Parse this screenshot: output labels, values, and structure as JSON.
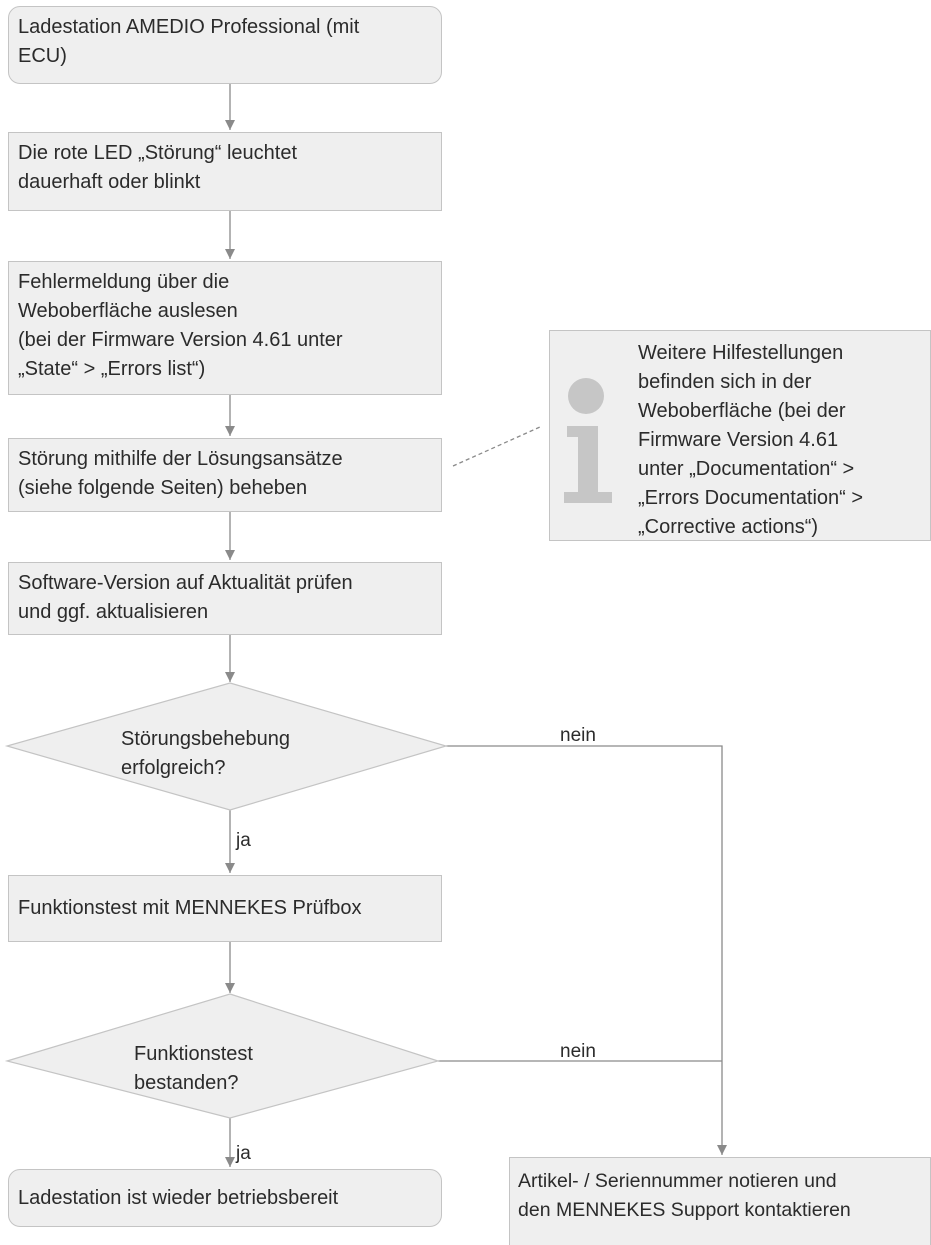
{
  "nodes": {
    "start": "Ladestation AMEDIO Professional (mit\nECU)",
    "led": "Die rote LED „Störung“ leuchtet\ndauerhaft oder blinkt",
    "read_error": "Fehlermeldung über die\nWeboberfläche auslesen\n(bei der Firmware Version 4.61 unter\n„State“ > „Errors list“)",
    "fix": "Störung mithilfe der Lösungsansätze\n(siehe folgende Seiten) beheben",
    "software": "Software-Version auf Aktualität prüfen\nund ggf. aktualisieren",
    "decision1": "Störungsbehebung\nerfolgreich?",
    "function_test": "Funktionstest mit MENNEKES Prüfbox",
    "decision2": "Funktionstest\nbestanden?",
    "ready": "Ladestation ist wieder betriebsbereit",
    "support": "Artikel- / Seriennummer notieren und\nden MENNEKES Support kontaktieren"
  },
  "labels": {
    "yes1": "ja",
    "no1": "nein",
    "yes2": "ja",
    "no2": "nein"
  },
  "info": {
    "text": "Weitere Hilfestellungen\nbefinden sich in der\nWeboberfläche (bei der\nFirmware Version 4.61\nunter „Documentation“ >\n„Errors Documentation“ >\n„Corrective actions“)",
    "icon": "info-icon"
  },
  "colors": {
    "box_fill": "#efefef",
    "box_border": "#c4c4c4",
    "line": "#8a8a8a",
    "icon": "#c6c6c6"
  }
}
